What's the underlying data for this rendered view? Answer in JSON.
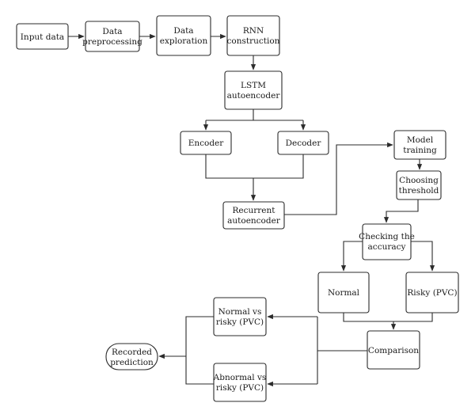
{
  "diagram": {
    "nodes": {
      "input": [
        "Input data"
      ],
      "prep": [
        "Data",
        "preprocessing"
      ],
      "explore": [
        "Data",
        "exploration"
      ],
      "rnn": [
        "RNN",
        "construction"
      ],
      "lstm": [
        "LSTM",
        "autoencoder"
      ],
      "encoder": [
        "Encoder"
      ],
      "decoder": [
        "Decoder"
      ],
      "recurrent": [
        "Recurrent",
        "autoencoder"
      ],
      "training": [
        "Model",
        "training"
      ],
      "threshold": [
        "Choosing",
        "threshold"
      ],
      "accuracy": [
        "Checking the",
        "accuracy"
      ],
      "normal": [
        "Normal"
      ],
      "risky": [
        "Risky (PVC)"
      ],
      "comparison": [
        "Comparison"
      ],
      "nvr": [
        "Normal vs",
        "risky (PVC)"
      ],
      "avr": [
        "Abnormal vs",
        "risky (PVC)"
      ],
      "recorded": [
        "Recorded",
        "prediction"
      ]
    }
  }
}
